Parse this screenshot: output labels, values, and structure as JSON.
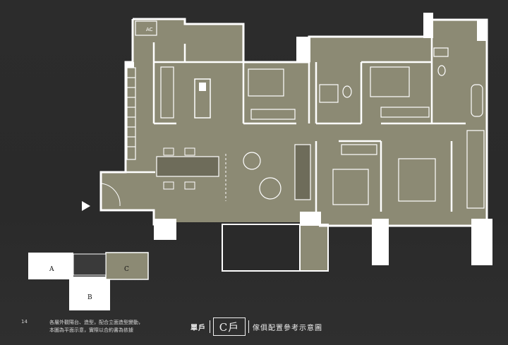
{
  "page": {
    "page_number": "14",
    "notes": [
      "各層外觀陽台、造型，配合立面造型變動，",
      "本圖為平面示意，實際以合約書為依據"
    ]
  },
  "title": {
    "type_label": "單戶",
    "unit": "C戶",
    "caption": "傢俱配置參考示意圖"
  },
  "key_plan": {
    "units": [
      "A",
      "B",
      "C"
    ],
    "highlighted": "C"
  },
  "plan_labels": {
    "ac": "AC"
  },
  "colors": {
    "background": "#2b2b2b",
    "floor": "#8c8a74",
    "walls": "#ffffff",
    "key_highlight": "#8c8a74"
  }
}
